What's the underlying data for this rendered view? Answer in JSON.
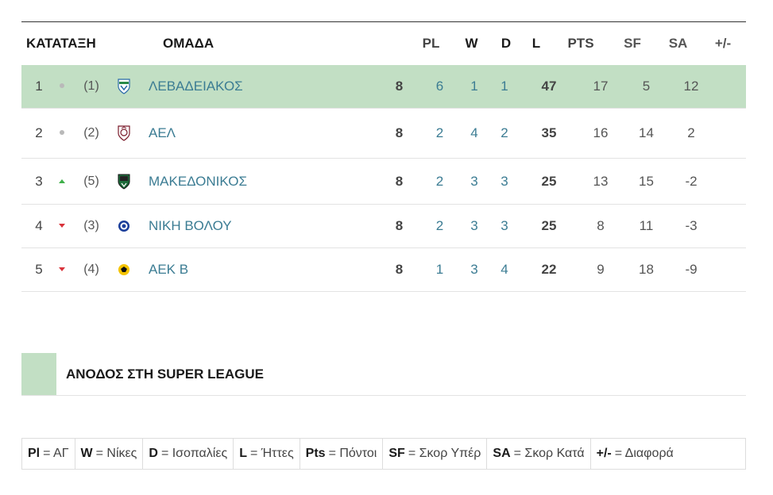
{
  "headers": {
    "rank": "ΚΑΤΑΤΑΞΗ",
    "team": "ΟΜΑΔΑ",
    "pl": "PL",
    "w": "W",
    "d": "D",
    "l": "L",
    "pts": "PTS",
    "sf": "SF",
    "sa": "SA",
    "diff": "+/-"
  },
  "rows": [
    {
      "pos": "1",
      "movement": "same",
      "prev": "(1)",
      "logo_icon": "levadiakos-crest-icon",
      "team": "ΛΕΒΑΔΕΙΑΚΟΣ",
      "pl": "8",
      "w": "6",
      "d": "1",
      "l": "1",
      "pts": "47",
      "sf": "17",
      "sa": "5",
      "diff": "12"
    },
    {
      "pos": "2",
      "movement": "same",
      "prev": "(2)",
      "logo_icon": "ael-crest-icon",
      "team": "ΑΕΛ",
      "pl": "8",
      "w": "2",
      "d": "4",
      "l": "2",
      "pts": "35",
      "sf": "16",
      "sa": "14",
      "diff": "2"
    },
    {
      "pos": "3",
      "movement": "up",
      "prev": "(5)",
      "logo_icon": "makedonikos-crest-icon",
      "team": "ΜΑΚΕΔΟΝΙΚΟΣ",
      "pl": "8",
      "w": "2",
      "d": "3",
      "l": "3",
      "pts": "25",
      "sf": "13",
      "sa": "15",
      "diff": "-2"
    },
    {
      "pos": "4",
      "movement": "down",
      "prev": "(3)",
      "logo_icon": "niki-volou-crest-icon",
      "team": "ΝΙΚΗ ΒΟΛΟΥ",
      "pl": "8",
      "w": "2",
      "d": "3",
      "l": "3",
      "pts": "25",
      "sf": "8",
      "sa": "11",
      "diff": "-3"
    },
    {
      "pos": "5",
      "movement": "down",
      "prev": "(4)",
      "logo_icon": "aek-b-crest-icon",
      "team": "ΑΕΚ Β",
      "pl": "8",
      "w": "1",
      "d": "3",
      "l": "4",
      "pts": "22",
      "sf": "9",
      "sa": "18",
      "diff": "-9"
    }
  ],
  "legend": {
    "promotion_label": "ΑΝΟΔΟΣ ΣΤΗ SUPER LEAGUE",
    "promotion_color": "#c2dfc4"
  },
  "abbreviations": [
    {
      "key": "Pl",
      "value": "= ΑΓ"
    },
    {
      "key": "W",
      "value": "= Νίκες"
    },
    {
      "key": "D",
      "value": "= Ισοπαλίες"
    },
    {
      "key": "L",
      "value": "= Ήττες"
    },
    {
      "key": "Pts",
      "value": "= Πόντοι"
    },
    {
      "key": "SF",
      "value": "= Σκορ Υπέρ"
    },
    {
      "key": "SA",
      "value": "= Σκορ Κατά"
    },
    {
      "key": "+/-",
      "value": "= Διαφορά"
    }
  ],
  "colors": {
    "link": "#3b7c93",
    "up": "#3fb04a",
    "down": "#d9323a",
    "same": "#b9b9b9"
  }
}
